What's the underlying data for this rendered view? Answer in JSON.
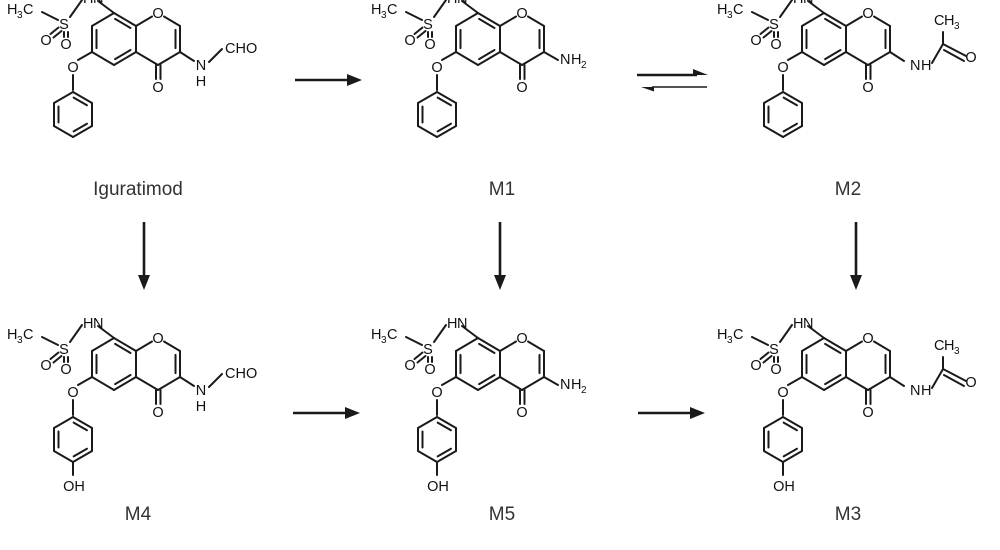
{
  "compounds": [
    {
      "label": "Iguratimod",
      "amine": "formamide",
      "phenyl": "phenyl"
    },
    {
      "label": "M1",
      "amine": "amine",
      "phenyl": "phenyl"
    },
    {
      "label": "M2",
      "amine": "acetamide",
      "phenyl": "phenyl"
    },
    {
      "label": "M4",
      "amine": "formamide",
      "phenyl": "hydroxyphenyl"
    },
    {
      "label": "M5",
      "amine": "amine",
      "phenyl": "hydroxyphenyl"
    },
    {
      "label": "M3",
      "amine": "acetamide",
      "phenyl": "hydroxyphenyl"
    }
  ],
  "atoms": {
    "c": "C",
    "h": "H",
    "h3": "3",
    "h2": "2",
    "n": "N",
    "o": "O",
    "s": "S",
    "cho": "CHO",
    "ch": "CH",
    "oh": "OH"
  },
  "arrows": [
    {
      "from": "Iguratimod",
      "to": "M1",
      "kind": "forward"
    },
    {
      "from": "M1",
      "to": "M2",
      "kind": "equilibrium"
    },
    {
      "from": "Iguratimod",
      "to": "M4",
      "kind": "forward"
    },
    {
      "from": "M1",
      "to": "M5",
      "kind": "forward"
    },
    {
      "from": "M2",
      "to": "M3",
      "kind": "forward"
    },
    {
      "from": "M4",
      "to": "M5",
      "kind": "forward"
    },
    {
      "from": "M5",
      "to": "M3",
      "kind": "forward"
    }
  ]
}
